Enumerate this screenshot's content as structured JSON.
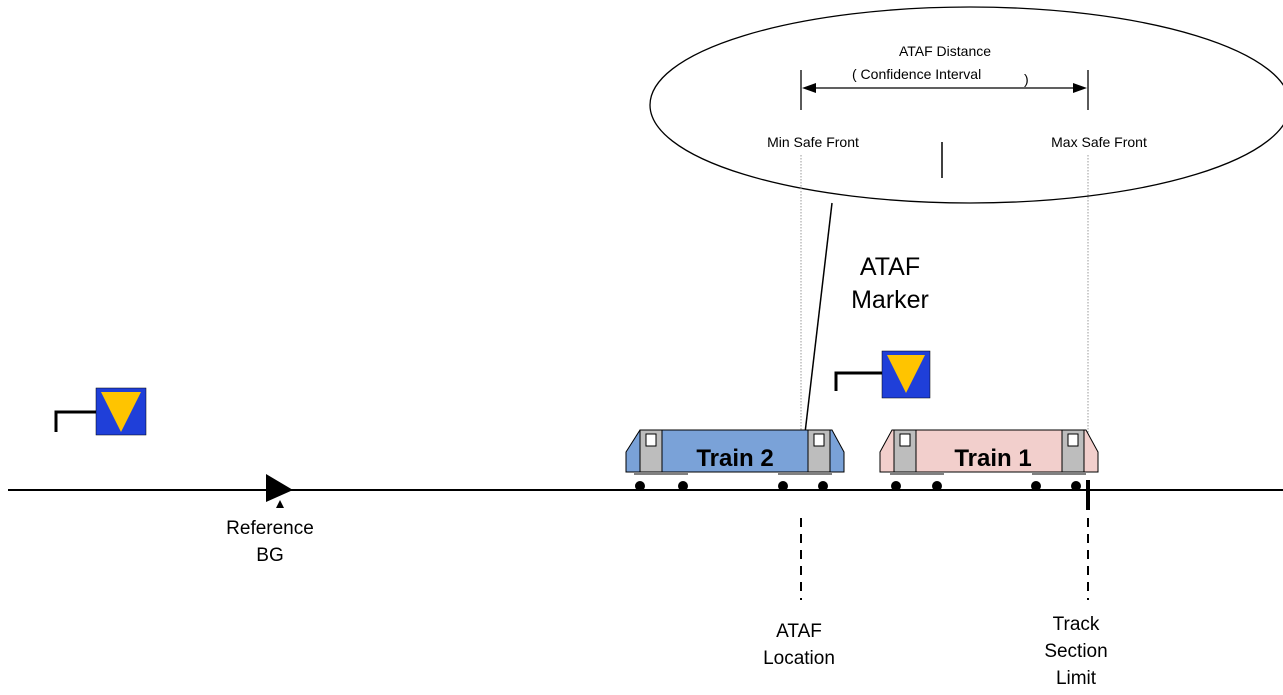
{
  "callout": {
    "title_line1": "ATAF Distance",
    "title_line2": "(  Confidence Interval",
    "paren_close": ")",
    "min_label": "Min Safe Front",
    "max_label": "Max Safe Front"
  },
  "marker": {
    "line1": "ATAF",
    "line2": "Marker"
  },
  "trains": [
    {
      "label": "Train 2",
      "color": "#7aa2d8"
    },
    {
      "label": "Train 1",
      "color": "#f2cfcc"
    }
  ],
  "balise_colors": {
    "square": "#1f3fd9",
    "triangle": "#ffc400"
  },
  "reference": {
    "line1": "Reference",
    "line2": "BG"
  },
  "ataf_location": {
    "line1": "ATAF",
    "line2": "Location"
  },
  "track_limit": {
    "line1": "Track",
    "line2": "Section",
    "line3": "Limit"
  }
}
